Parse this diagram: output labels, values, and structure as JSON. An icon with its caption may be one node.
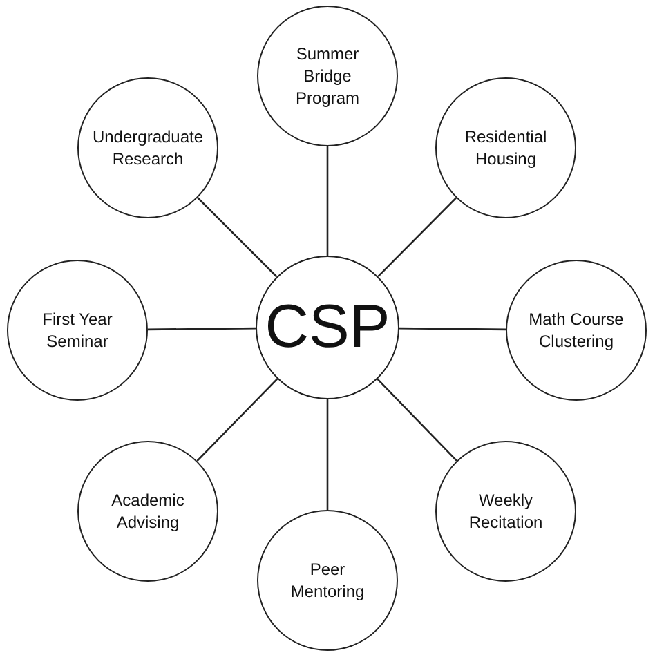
{
  "diagram": {
    "nodes": [
      {
        "text": [
          "CSP"
        ]
      },
      {
        "text": [
          "Summer Bridge Program"
        ]
      },
      {
        "text": [
          "Residential Housing"
        ]
      },
      {
        "text": [
          "Math Course Clustering"
        ]
      },
      {
        "text": [
          "Weekly Recitation"
        ]
      },
      {
        "text": [
          "Peer Mentoring"
        ]
      },
      {
        "text": [
          "Academic Advising"
        ]
      },
      {
        "text": [
          "First Year Seminar"
        ]
      },
      {
        "text": [
          "Undergraduate Research"
        ]
      }
    ],
    "edges": [
      {
        "from": 0,
        "to": 1,
        "arrow": "none"
      },
      {
        "from": 0,
        "to": 2,
        "arrow": "none"
      },
      {
        "from": 0,
        "to": 3,
        "arrow": "none"
      },
      {
        "from": 0,
        "to": 4,
        "arrow": "none"
      },
      {
        "from": 0,
        "to": 5,
        "arrow": "none"
      },
      {
        "from": 0,
        "to": 6,
        "arrow": "none"
      },
      {
        "from": 0,
        "to": 7,
        "arrow": "none"
      },
      {
        "from": 0,
        "to": 8,
        "arrow": "none"
      }
    ]
  }
}
